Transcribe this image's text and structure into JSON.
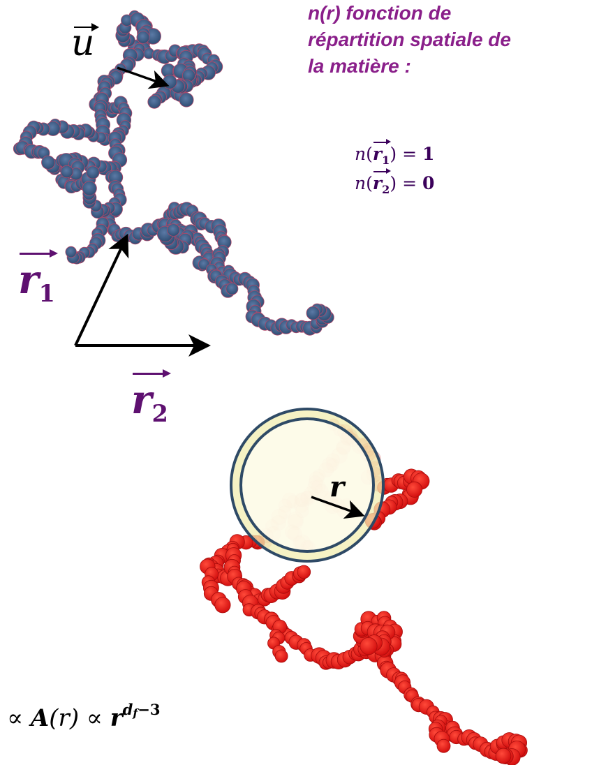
{
  "caption": {
    "lines": [
      "n(r) fonction de",
      "répartition spatiale de",
      "la matière :"
    ]
  },
  "density_values": [
    {
      "func": "n",
      "vector": "r",
      "index": "1",
      "equals": "=",
      "value": "1"
    },
    {
      "func": "n",
      "vector": "r",
      "index": "2",
      "equals": "=",
      "value": "0"
    }
  ],
  "labels": {
    "u_vector": "u",
    "r1_symbol": "r",
    "r1_index": "1",
    "r2_symbol": "r",
    "r2_index": "2",
    "radius": "r"
  },
  "formula": {
    "prefix": ")",
    "prop1": "∝",
    "area": "A",
    "area_arg": "(r)",
    "prop2": "∝",
    "base": "r",
    "exp_base": "d",
    "exp_sub": "f",
    "exp_rest": "−3"
  },
  "colors": {
    "cluster_blue": "#3a5a80",
    "cluster_red": "#e01818",
    "caption_purple": "#8a1f8a",
    "label_purple": "#5e1070",
    "circle_fill": "#fffde6",
    "circle_ring": "#f2eeb0",
    "circle_stroke": "#2e4a66"
  }
}
